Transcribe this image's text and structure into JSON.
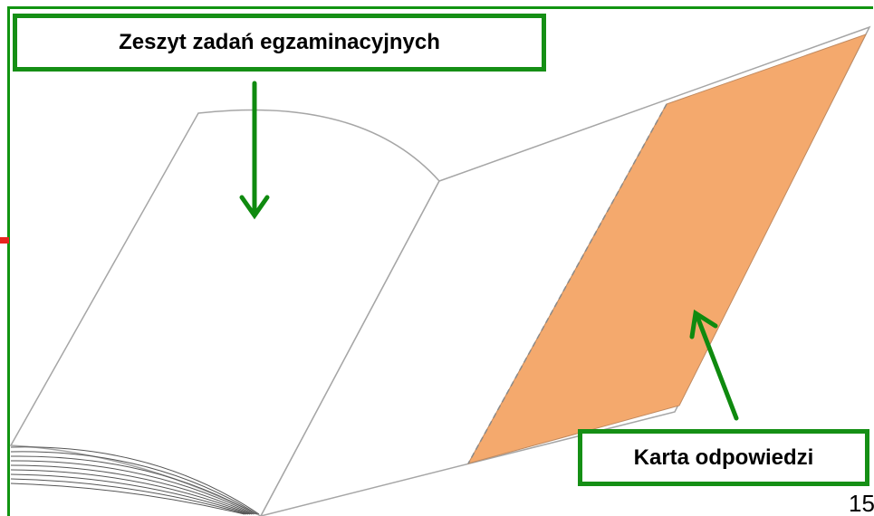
{
  "labels": {
    "exam_booklet": "Zeszyt zadań egzaminacyjnych",
    "answer_sheet": "Karta odpowiedzi"
  },
  "page_number": "15",
  "colors": {
    "frame_green": "#119411",
    "label_border_green": "#158f15",
    "arrow_green": "#0f8a0f",
    "answer_sheet_fill": "#f4a96d",
    "booklet_outline": "#a6a6a6",
    "side_marker_red": "#e8241e"
  }
}
